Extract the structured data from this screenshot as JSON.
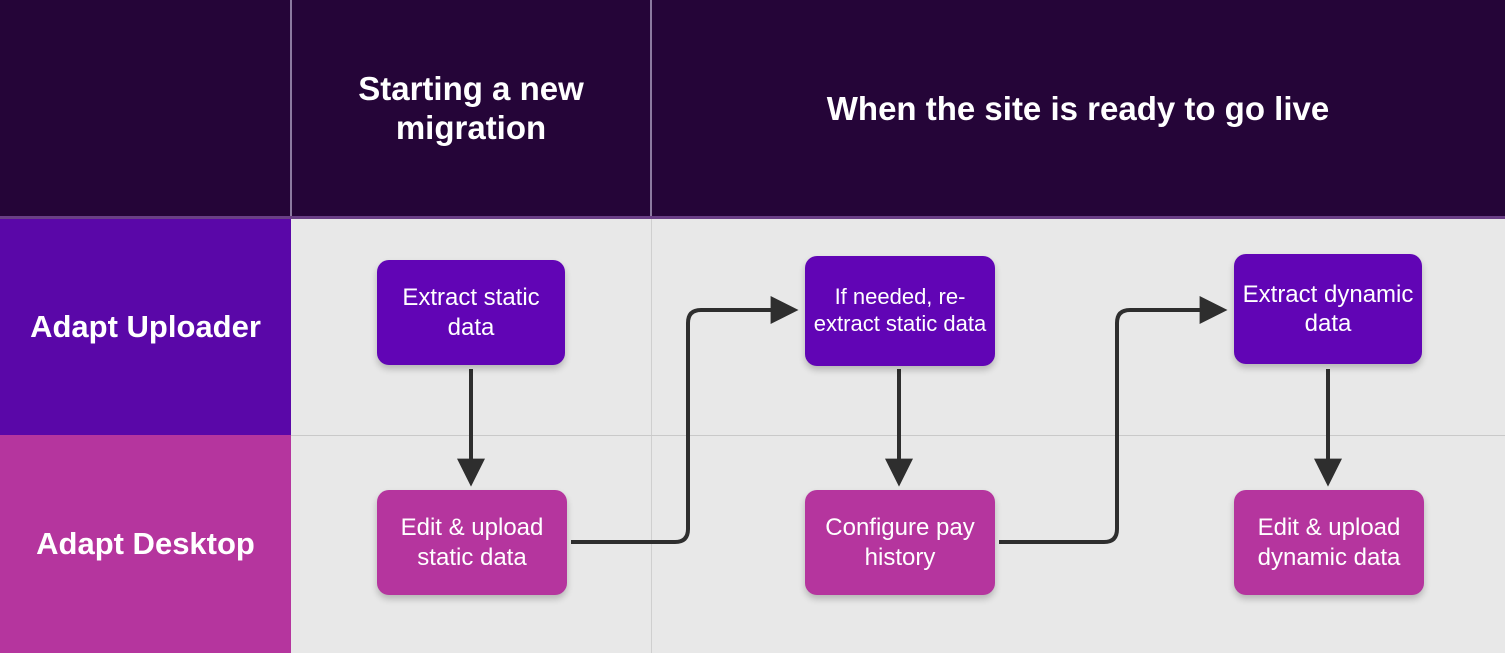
{
  "diagram": {
    "title_row": {
      "corner_label": "",
      "columns": [
        {
          "label": "Starting a new migration"
        },
        {
          "label": "When the site is ready to go live"
        }
      ]
    },
    "rows": [
      {
        "label": "Adapt Uploader",
        "color": "#5A07A8"
      },
      {
        "label": "Adapt Desktop",
        "color": "#B5359E"
      }
    ],
    "nodes": [
      {
        "id": "extract-static",
        "label": "Extract static data",
        "row": "Adapt Uploader",
        "column": "Starting a new migration",
        "color": "#6105B5"
      },
      {
        "id": "edit-static",
        "label": "Edit & upload static data",
        "row": "Adapt Desktop",
        "column": "Starting a new migration",
        "color": "#B5359E"
      },
      {
        "id": "reextract-static",
        "label": "If needed, re-extract static data",
        "row": "Adapt Uploader",
        "column": "When the site is ready to go live",
        "color": "#6105B5"
      },
      {
        "id": "configure-pay",
        "label": "Configure pay history",
        "row": "Adapt Desktop",
        "column": "When the site is ready to go live",
        "color": "#B5359E"
      },
      {
        "id": "extract-dynamic",
        "label": "Extract dynamic data",
        "row": "Adapt Uploader",
        "column": "When the site is ready to go live",
        "color": "#6105B5"
      },
      {
        "id": "edit-dynamic",
        "label": "Edit & upload dynamic data",
        "row": "Adapt Desktop",
        "column": "When the site is ready to go live",
        "color": "#B5359E"
      }
    ],
    "connections": [
      {
        "from": "extract-static",
        "to": "edit-static",
        "style": "straight-down"
      },
      {
        "from": "edit-static",
        "to": "reextract-static",
        "style": "elbow-right-up"
      },
      {
        "from": "reextract-static",
        "to": "configure-pay",
        "style": "straight-down"
      },
      {
        "from": "configure-pay",
        "to": "extract-dynamic",
        "style": "elbow-right-up"
      },
      {
        "from": "extract-dynamic",
        "to": "edit-dynamic",
        "style": "straight-down"
      }
    ],
    "colors": {
      "header_background": "#250538",
      "header_divider": "#8C7AA0",
      "body_background": "#E8E8E8",
      "connector": "#2E2E2E",
      "text_on_dark": "#FFFFFF"
    }
  }
}
